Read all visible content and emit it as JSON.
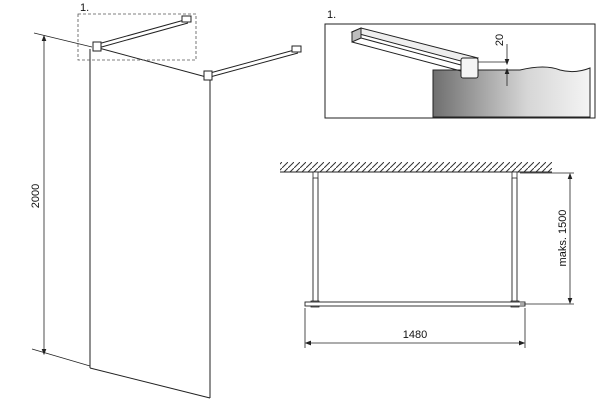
{
  "figure": {
    "detail_marker": "1.",
    "detail_title": "1.",
    "detail_offset": "20",
    "height_dim": "2000",
    "max_height_dim": "maks. 1500",
    "width_dim": "1480"
  },
  "colors": {
    "line": "#222222",
    "wall_gradient_dark": "#6f6f6f",
    "wall_gradient_light": "#f2f2f2",
    "hatch": "#333333"
  }
}
